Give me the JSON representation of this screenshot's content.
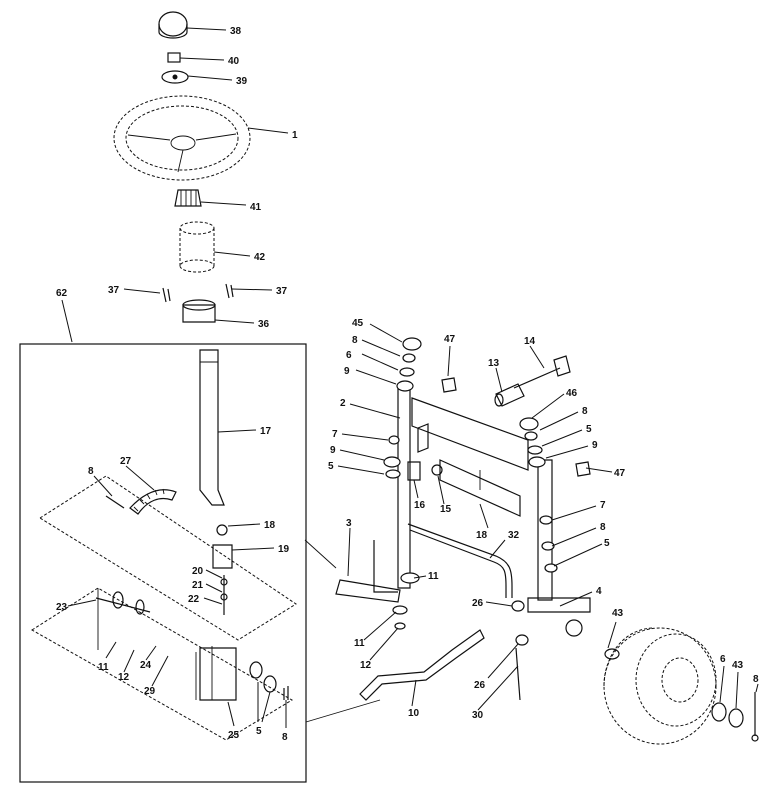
{
  "callouts": {
    "c38": "38",
    "c40": "40",
    "c39": "39",
    "c1": "1",
    "c41": "41",
    "c42": "42",
    "c37a": "37",
    "c37b": "37",
    "c36": "36",
    "c62": "62",
    "c17": "17",
    "c8a": "8",
    "c27": "27",
    "c18a": "18",
    "c19": "19",
    "c20": "20",
    "c21": "21",
    "c22": "22",
    "c23": "23",
    "c11a": "11",
    "c12a": "12",
    "c24": "24",
    "c29": "29",
    "c25": "25",
    "c5a": "5",
    "c8b": "8",
    "c45": "45",
    "c8c": "8",
    "c6a": "6",
    "c9a": "9",
    "c47a": "47",
    "c13": "13",
    "c14": "14",
    "c2": "2",
    "c7a": "7",
    "c9b": "9",
    "c5b": "5",
    "c16": "16",
    "c15": "15",
    "c18b": "18",
    "c46": "46",
    "c8d": "8",
    "c5c": "5",
    "c9c": "9",
    "c47b": "47",
    "c7b": "7",
    "c8e": "8",
    "c5d": "5",
    "c3": "3",
    "c32": "32",
    "c11b": "11",
    "c11c": "11",
    "c12b": "12",
    "c26a": "26",
    "c4": "4",
    "c26b": "26",
    "c10": "10",
    "c30": "30",
    "c43a": "43",
    "c6b": "6",
    "c43b": "43",
    "c8f": "8"
  }
}
